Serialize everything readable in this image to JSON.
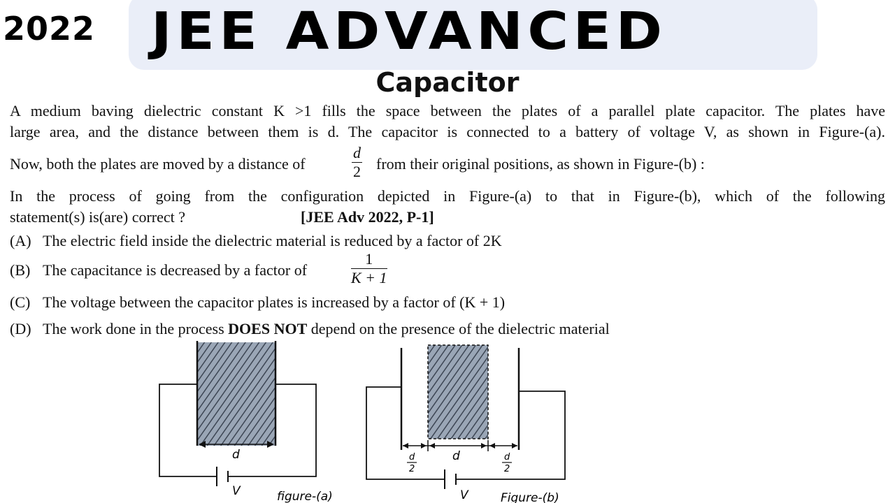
{
  "header": {
    "year": "2022",
    "exam": "JEE ADVANCED",
    "topic": "Capacitor"
  },
  "question": {
    "line1": "A medium baving dielectric constant K >1 fills the space between the plates of a parallel plate capacitor. The plates have",
    "line2": "large area, and the distance between them is d. The capacitor is connected to a battery of voltage V, as shown in Figure-(a).",
    "line3_pre": "Now, both the plates are moved by a distance of",
    "line3_frac_num": "d",
    "line3_frac_den": "2",
    "line3_post": "from their  original positions, as shown in Figure-(b) :",
    "line4": "In the process of going from the configuration depicted in Figure-(a) to that in Figure-(b), which of the following",
    "line5": "statement(s) is(are) correct ?",
    "reference": "[JEE Adv 2022, P-1]"
  },
  "options": [
    {
      "label": "(A)",
      "text": "The electric field inside the dielectric material is reduced by a factor of 2K"
    },
    {
      "label": "(B)",
      "text": "The capacitance is decreased by a factor of",
      "frac_num": "1",
      "frac_den": "K + 1"
    },
    {
      "label": "(C)",
      "text": "The voltage between the capacitor plates is increased by a factor of (K + 1)"
    },
    {
      "label": "(D)",
      "text_pre": "The work done in the process ",
      "text_bold": "DOES NOT",
      "text_post": " depend on the presence of the dielectric material"
    }
  ],
  "figure_a": {
    "gap_label": "d",
    "battery_label": "V",
    "caption": "figure-(a)"
  },
  "figure_b": {
    "gap_label": "d",
    "side_label_num": "d",
    "side_label_den": "2",
    "battery_label": "V",
    "caption": "Figure-(b)"
  }
}
